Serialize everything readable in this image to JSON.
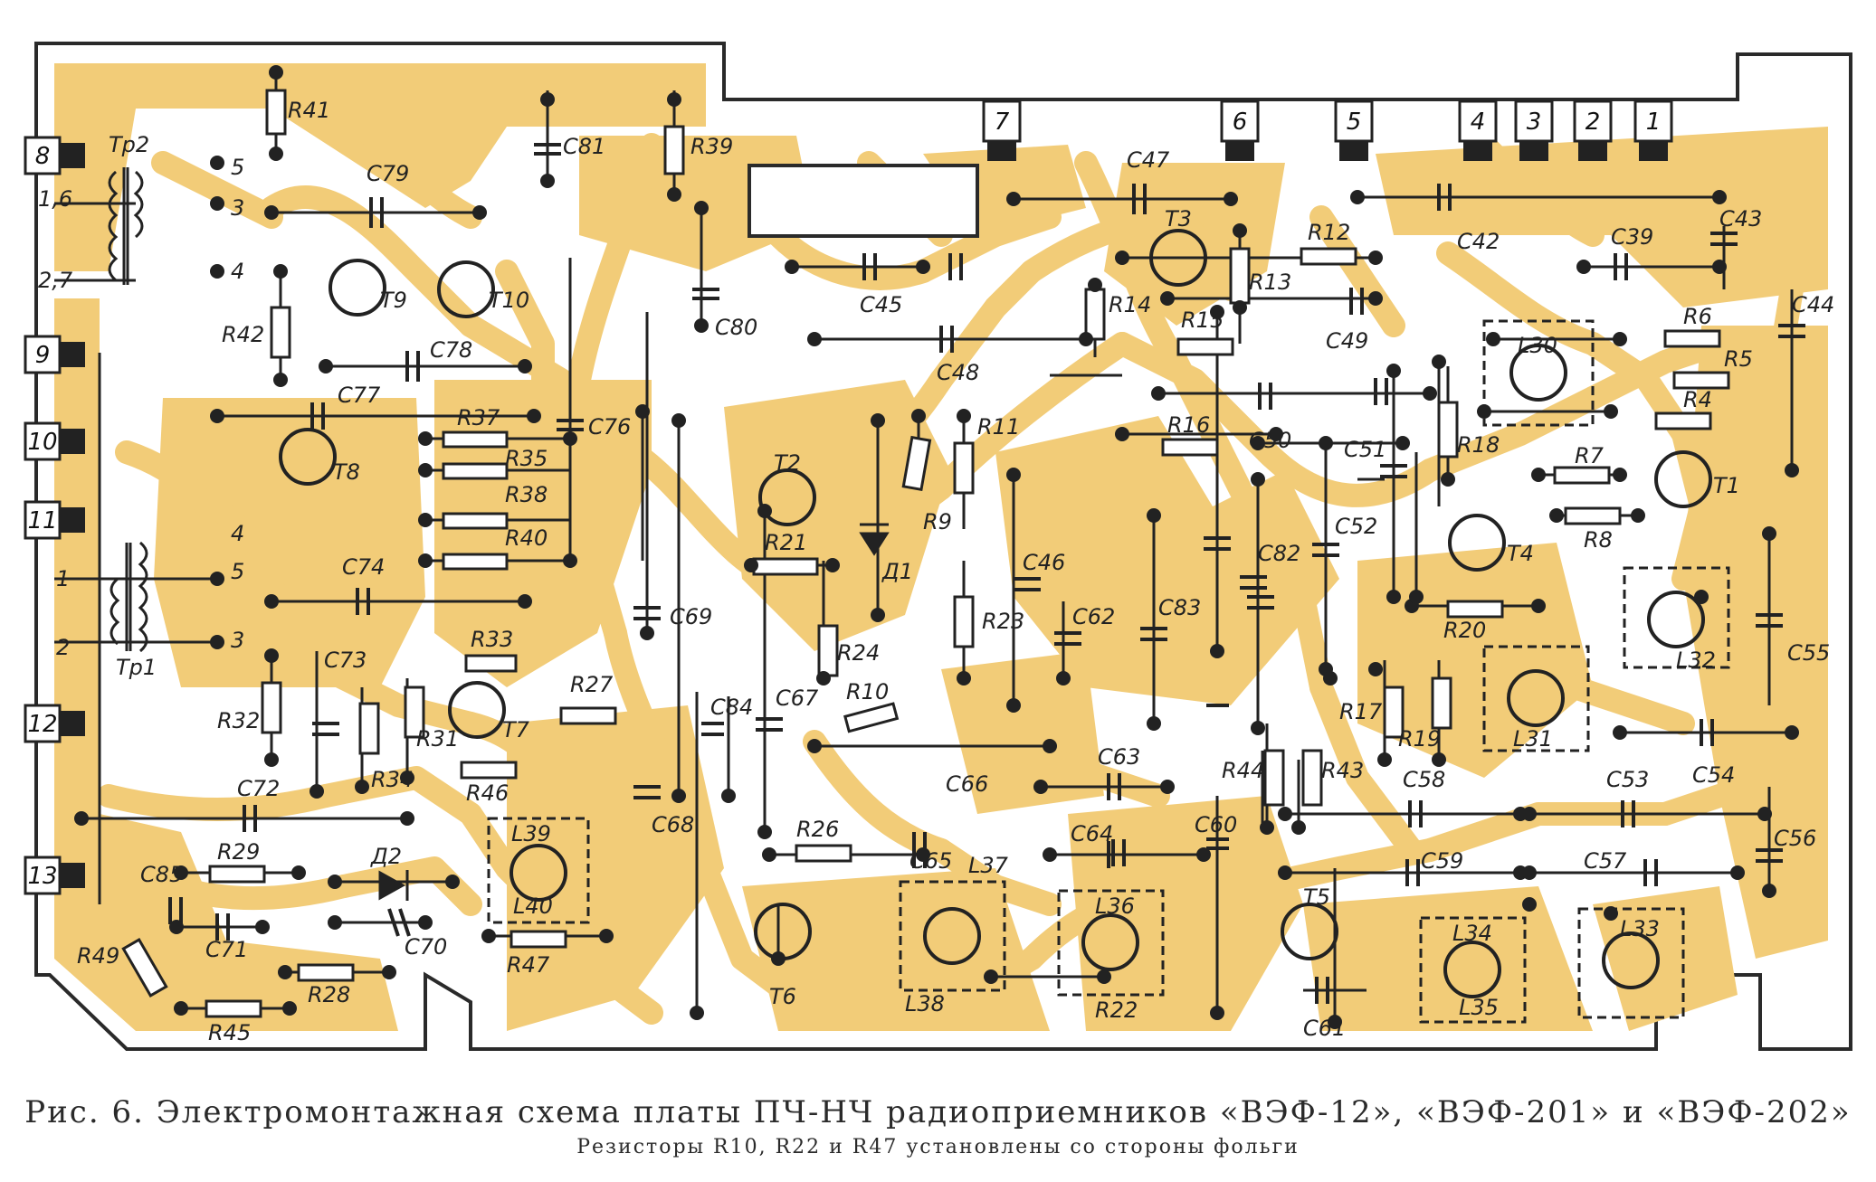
{
  "caption": "Рис. 6. Электромонтажная схема платы ПЧ-НЧ радиоприемников «ВЭФ-12», «ВЭФ-201» и «ВЭФ-202»",
  "subcaption": "Резисторы R10, R22 и R47 установлены со стороны фольги",
  "colors": {
    "copper": "#F2CC78",
    "board": "#FFFFFF",
    "ink": "#222222"
  },
  "connectors_left": [
    "8",
    "9",
    "10",
    "11",
    "12",
    "13"
  ],
  "connectors_top": [
    "7",
    "6",
    "5",
    "4",
    "3",
    "2",
    "1"
  ],
  "transformers": {
    "tr2": {
      "name": "Tp2",
      "pins": [
        "5",
        "3",
        "4"
      ],
      "taps": [
        "1,6",
        "2,7"
      ]
    },
    "tr1": {
      "name": "Tp1",
      "pins": [
        "4",
        "5",
        "3",
        "1",
        "2"
      ]
    }
  },
  "transistors": [
    "T1",
    "T2",
    "T3",
    "T4",
    "T5",
    "T6",
    "T7",
    "T8",
    "T9",
    "T10"
  ],
  "diodes": [
    "Д1",
    "Д2"
  ],
  "resistors": [
    "R4",
    "R5",
    "R6",
    "R7",
    "R8",
    "R9",
    "R10",
    "R11",
    "R12",
    "R13",
    "R14",
    "R15",
    "R16",
    "R17",
    "R18",
    "R19",
    "R20",
    "R21",
    "R22",
    "R23",
    "R24",
    "R26",
    "R27",
    "R28",
    "R29",
    "R31",
    "R32",
    "R33",
    "R34",
    "R35",
    "R37",
    "R38",
    "R39",
    "R40",
    "R41",
    "R42",
    "R43",
    "R44",
    "R45",
    "R46",
    "R47",
    "R49"
  ],
  "capacitors": [
    "C39",
    "C42",
    "C43",
    "C44",
    "C45",
    "C46",
    "C47",
    "C48",
    "C49",
    "C50",
    "C51",
    "C52",
    "C53",
    "C54",
    "C55",
    "C56",
    "C57",
    "C58",
    "C59",
    "C60",
    "C61",
    "C62",
    "C63",
    "C64",
    "C65",
    "C66",
    "C67",
    "C68",
    "C69",
    "C70",
    "C71",
    "C72",
    "C73",
    "C74",
    "C76",
    "C77",
    "C78",
    "C79",
    "C80",
    "C81",
    "C82",
    "C83",
    "C84",
    "C85"
  ],
  "coils": [
    "L30",
    "L31",
    "L32",
    "L33",
    "L34",
    "L35",
    "L36",
    "L37",
    "L38",
    "L39",
    "L40"
  ]
}
